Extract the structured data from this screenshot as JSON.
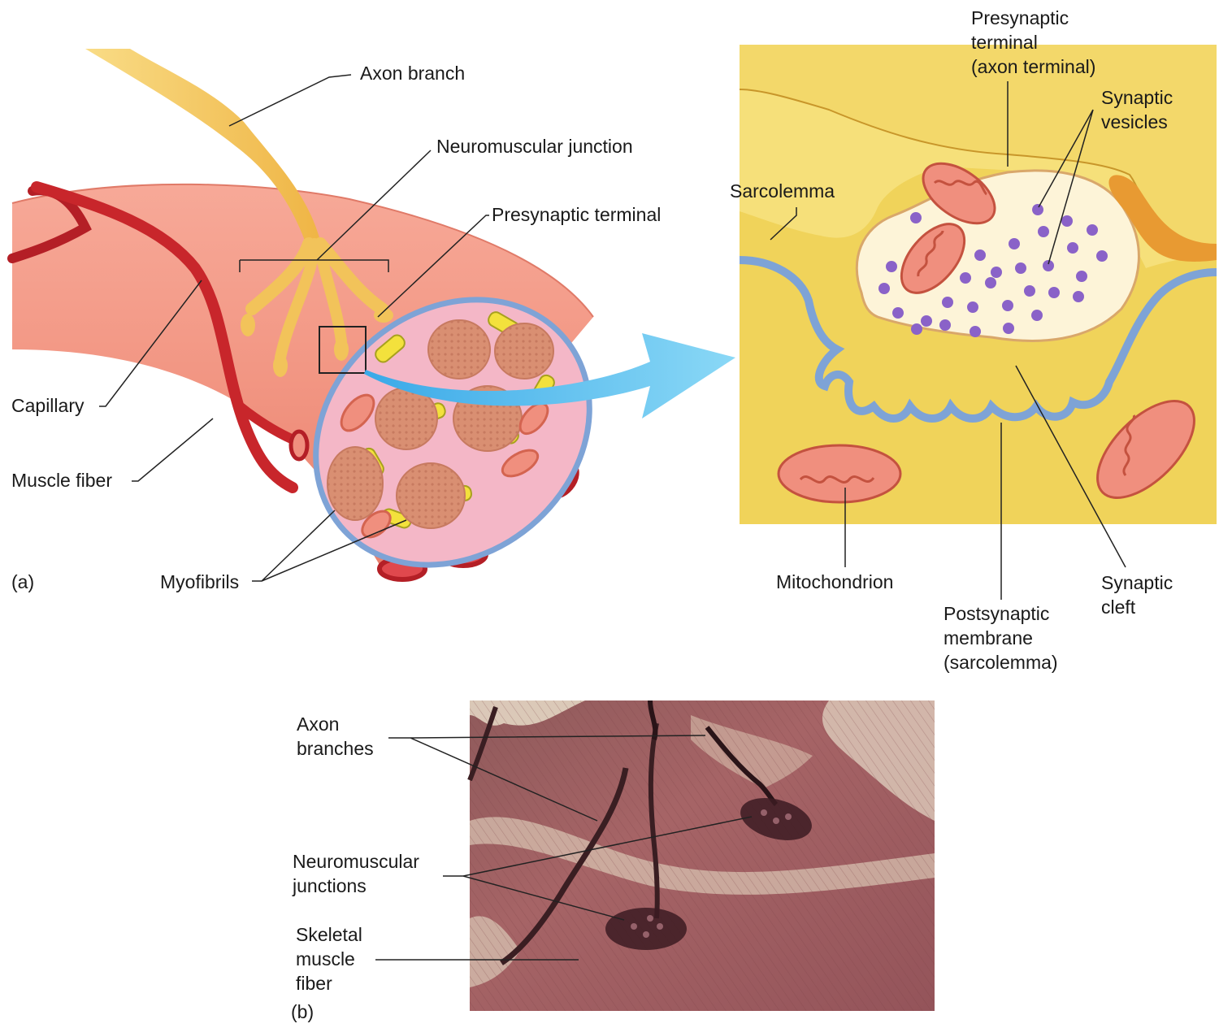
{
  "panel_a": {
    "tag": "(a)",
    "labels": {
      "axon_branch": "Axon branch",
      "neuromuscular_junction": "Neuromuscular junction",
      "presynaptic_terminal": "Presynaptic terminal",
      "capillary": "Capillary",
      "muscle_fiber": "Muscle fiber",
      "myofibrils": "Myofibrils"
    }
  },
  "detail": {
    "labels": {
      "presynaptic_terminal": "Presynaptic\nterminal\n(axon terminal)",
      "synaptic_vesicles": "Synaptic\nvesicles",
      "sarcolemma": "Sarcolemma",
      "mitochondrion": "Mitochondrion",
      "postsynaptic_membrane": "Postsynaptic\nmembrane\n(sarcolemma)",
      "synaptic_cleft": "Synaptic\ncleft"
    }
  },
  "panel_b": {
    "tag": "(b)",
    "labels": {
      "axon_branches": "Axon\nbranches",
      "neuromuscular_junctions": "Neuromuscular\njunctions",
      "skeletal_muscle_fiber": "Skeletal\nmuscle\nfiber"
    }
  },
  "colors": {
    "muscle": "#f08f7e",
    "axon": "#f7c75a",
    "capillary": "#c8262b",
    "membrane": "#7ea3d6",
    "cytoplasm": "#f3d35a",
    "vesicle": "#8a62c8",
    "arrow": "#5cc3ee",
    "micrograph": "#9b5a5e"
  }
}
